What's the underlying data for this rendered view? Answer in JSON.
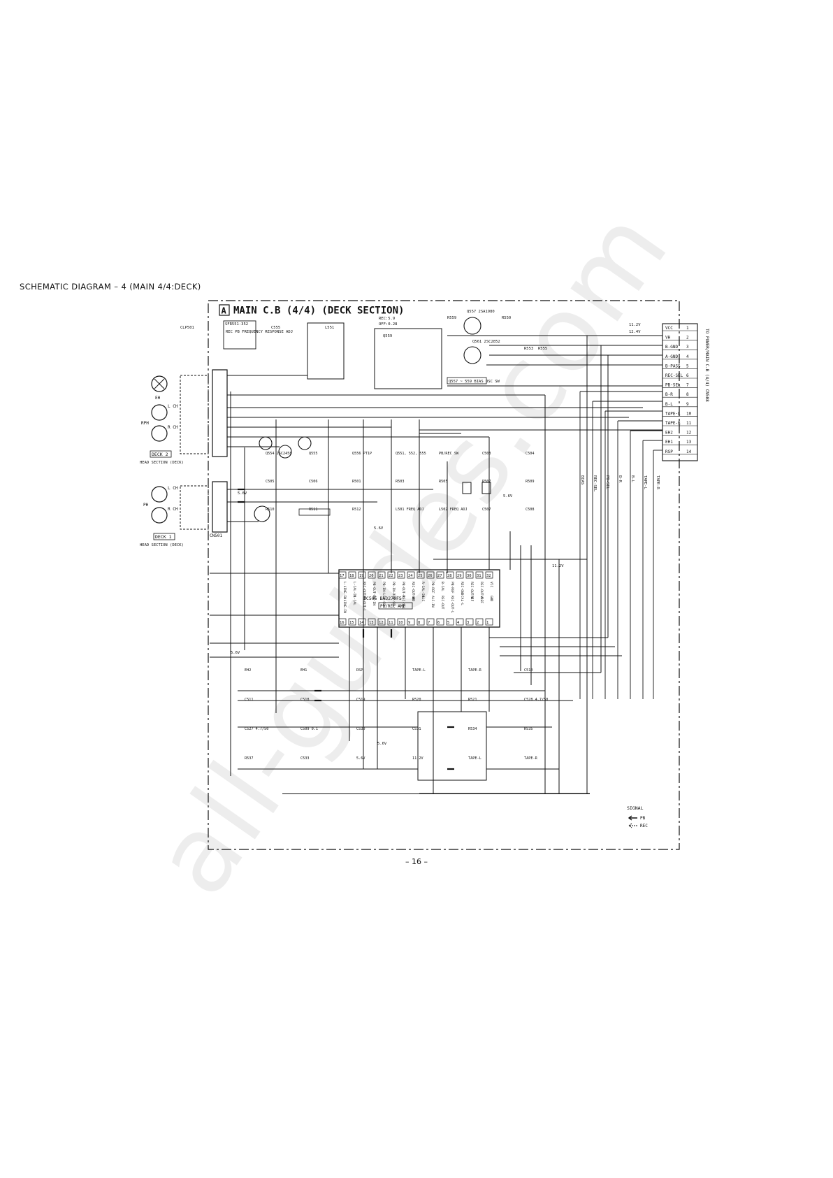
{
  "page": {
    "heading": "SCHEMATIC DIAGRAM – 4 (MAIN 4/4:DECK)",
    "page_number": "– 16 –",
    "watermark": "all-guides.com"
  },
  "schematic": {
    "box_letter": "A",
    "title": "MAIN C.B (4/4) (DECK SECTION)",
    "ic": {
      "ref": "IC505 BA3270F5",
      "note": "PB/REC AMP"
    },
    "connector_ref": "CN501",
    "side_note": "TO POWER/MAIN C.B (4/4) CN508",
    "sheet_labels": [
      {
        "text": "DECK 2",
        "sub": "HEAD SECTION (DECK)"
      },
      {
        "text": "DECK 1",
        "sub": "HEAD SECTION (DECK)"
      }
    ],
    "head_labels": [
      "EH",
      "L CH",
      "R CH",
      "RPH",
      "L CH",
      "R CH",
      "PH"
    ],
    "right_connector_pins": [
      {
        "name": "VCC",
        "pin": "1"
      },
      {
        "name": "VH",
        "pin": "2"
      },
      {
        "name": "B-GND",
        "pin": "3"
      },
      {
        "name": "A-GND",
        "pin": "4"
      },
      {
        "name": "B-PASS",
        "pin": "5"
      },
      {
        "name": "REC-SEL",
        "pin": "6"
      },
      {
        "name": "PB-SEL",
        "pin": "7"
      },
      {
        "name": "B-R",
        "pin": "8"
      },
      {
        "name": "B-L",
        "pin": "9"
      },
      {
        "name": "TAPE-L",
        "pin": "10"
      },
      {
        "name": "TAPE-R",
        "pin": "11"
      },
      {
        "name": "EH2",
        "pin": "12"
      },
      {
        "name": "EH1",
        "pin": "13"
      },
      {
        "name": "RSP",
        "pin": "14"
      }
    ],
    "top_labels": [
      "CLP501",
      "SFR551-352",
      "REC PB FREQUENCY RESPONSE ADJ",
      "C555",
      "L551",
      "REC:5.9",
      "OFF:0.28",
      "Q559",
      "Q557 2SA1980",
      "R559",
      "R550",
      "11.2V",
      "12.4V",
      "Q561 2SC2852",
      "R553",
      "R555",
      "Q557 ~ 559 BIAS OSC SW"
    ],
    "mid_labels": [
      "Q554 2SC2458",
      "Q555",
      "Q556 PT1P",
      "Q551, 552, 555",
      "PB/REC SW",
      "C503",
      "C504",
      "C505",
      "C506",
      "R501",
      "R503",
      "R505",
      "R507",
      "R509",
      "R510",
      "R511",
      "R512",
      "L501 FREQ ADJ",
      "L502 FREQ ADJ",
      "C507",
      "C508"
    ],
    "bus_labels": [
      "BIAS",
      "REC-SEL",
      "PB-SEL",
      "B-R",
      "B-L",
      "TAPE-L",
      "TAPE-R"
    ],
    "lower_labels": [
      "EH2",
      "EH1",
      "RSP",
      "TAPE-L",
      "TAPE-R",
      "C510",
      "C511",
      "C518",
      "C519",
      "R520",
      "R521",
      "C528 4.7/50",
      "C527 4.7/50",
      "C509 0.1",
      "C530",
      "C531",
      "R534",
      "R535",
      "R537",
      "C533",
      "5.6V",
      "11.2V",
      "TAPE-L",
      "TAPE-R"
    ],
    "ic_pins_top": [
      "17",
      "18",
      "19",
      "20",
      "21",
      "22",
      "23",
      "24",
      "25",
      "26",
      "27",
      "28",
      "29",
      "30",
      "31",
      "32"
    ],
    "ic_pins_bottom": [
      "16",
      "15",
      "14",
      "13",
      "12",
      "11",
      "10",
      "9",
      "8",
      "7",
      "6",
      "5",
      "4",
      "3",
      "2",
      "1"
    ],
    "ic_pin_names_top": [
      "L-LINE-IN",
      "L-CAL-IN",
      "REC-OUT-L",
      "PB-OUT-L",
      "PB-IN-L",
      "PB-IN-R",
      "PB-OUT-R",
      "REC-OUT-R",
      "R-CAL-IN",
      "PB-REF",
      "B-CAL",
      "PB-REF",
      "REC-GND",
      "REC-OUT-R",
      "REC-OUT-L",
      "VCC"
    ],
    "ic_pin_names_bottom": [
      "L-LINE-IN",
      "L-CAL",
      "PB-OUT-L",
      "PB-IN",
      "EQ-SEL",
      "PB-SEL",
      "REC-SEL",
      "GND",
      "ALC",
      "ALC-IN",
      "REC-OUT",
      "REC-OUT-L",
      "CAL-L",
      "REF",
      "VREF",
      "GND"
    ],
    "signal_legend": {
      "title": "SIGNAL",
      "pb": "PB",
      "rec": "REC"
    },
    "voltage_labels": [
      "5.6V",
      "5.6V",
      "5.6V",
      "11.2V",
      "5.6V",
      "5.6V"
    ]
  }
}
